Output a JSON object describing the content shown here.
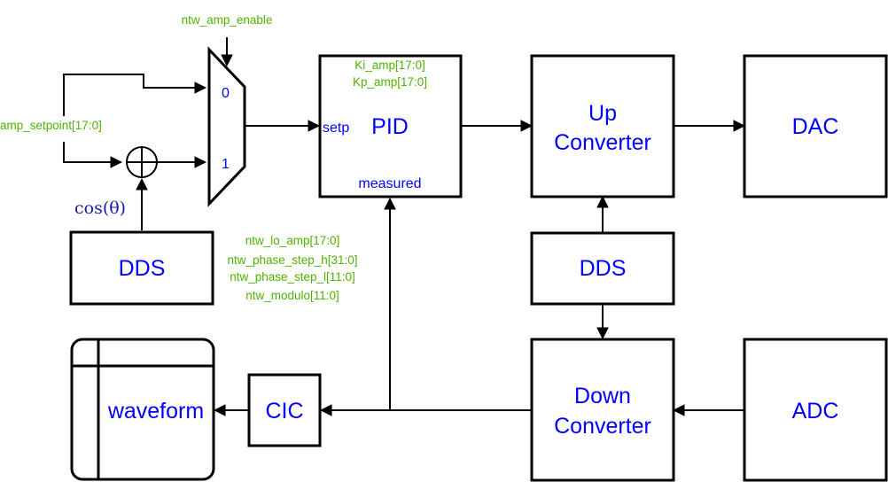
{
  "mux": {
    "enable_label": "ntw_amp_enable",
    "input0_label": "0",
    "input1_label": "1"
  },
  "setpoint_label": "amp_setpoint[17:0]",
  "cos_label": "cos(θ)",
  "dds_left": {
    "label": "DDS",
    "params": [
      "ntw_lo_amp[17:0]",
      "ntw_phase_step_h[31:0]",
      "ntw_phase_step_l[11:0]",
      "ntw_modulo[11:0]"
    ]
  },
  "pid": {
    "label": "PID",
    "setp_label": "setp",
    "measured_label": "measured",
    "gains": [
      "Ki_amp[17:0]",
      "Kp_amp[17:0]"
    ]
  },
  "up_converter": {
    "line1": "Up",
    "line2": "Converter"
  },
  "dac": {
    "label": "DAC"
  },
  "dds_center": {
    "label": "DDS"
  },
  "down_converter": {
    "line1": "Down",
    "line2": "Converter"
  },
  "adc": {
    "label": "ADC"
  },
  "cic": {
    "label": "CIC"
  },
  "waveform": {
    "label": "waveform"
  }
}
